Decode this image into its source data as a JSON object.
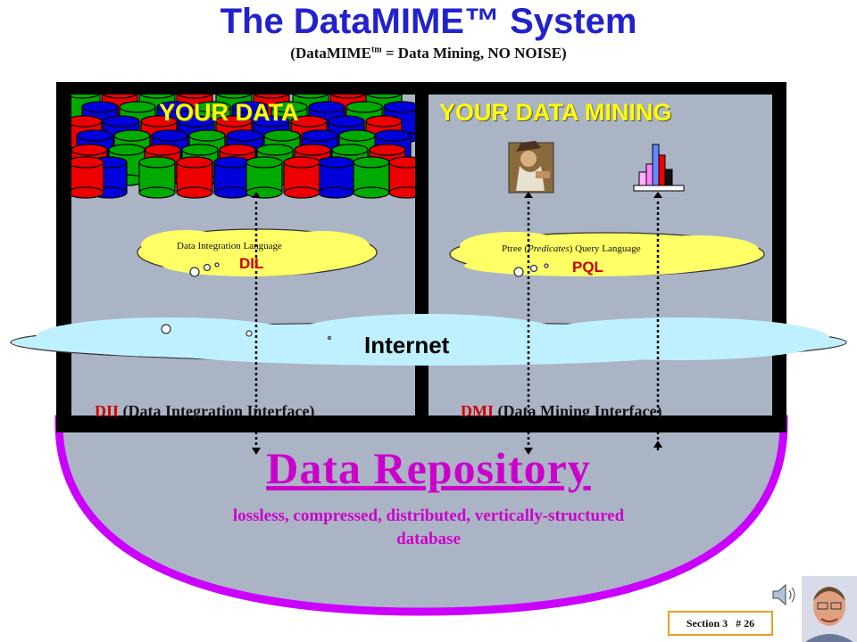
{
  "title": "The DataMIME™ System",
  "subtitle": {
    "prefix": "(DataMIME",
    "tm": "tm",
    "suffix": " = Data Mining, NO NOISE)"
  },
  "panels": {
    "left": {
      "heading": "YOUR DATA",
      "cloud_label": "Data Integration Language",
      "abbr": "DIL",
      "interface_abbr": "DII",
      "interface_name": " (Data Integration Interface)"
    },
    "right": {
      "heading": "YOUR DATA MINING",
      "cloud_label_pre": "Ptree (",
      "cloud_label_italic": "Predicates",
      "cloud_label_post": ") Query Language",
      "abbr": "PQL",
      "interface_abbr": "DMI",
      "interface_name": " (Data Mining Interface)"
    }
  },
  "internet_label": "Internet",
  "repository": {
    "title": "Data Repository",
    "description": "lossless, compressed, distributed, vertically-structured database"
  },
  "footer": {
    "section": "Section 3",
    "page": "# 26"
  },
  "colors": {
    "title": "#2222cc",
    "repository": "#cc00cc",
    "accent_red": "#cc0000",
    "panel_heading": "#ffff00",
    "panel_bg": "#aab4c4",
    "frame": "#000000"
  },
  "icons": [
    "database-cylinders-icon",
    "miner-image-icon",
    "bar-chart-icon",
    "speaker-icon",
    "author-photo"
  ]
}
